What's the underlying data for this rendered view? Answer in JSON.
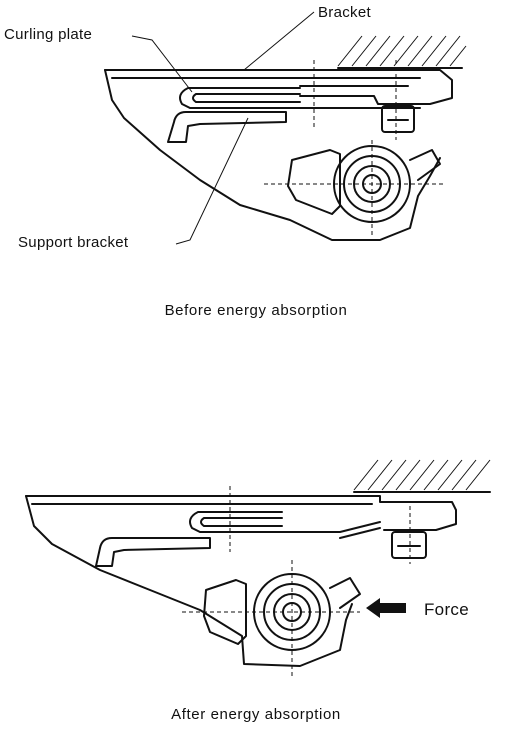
{
  "before": {
    "callouts": {
      "bracket": "Bracket",
      "curling_plate": "Curling plate",
      "support_bracket": "Support bracket"
    },
    "caption": "Before energy absorption"
  },
  "after": {
    "force_label": "Force",
    "caption": "After energy absorption"
  }
}
